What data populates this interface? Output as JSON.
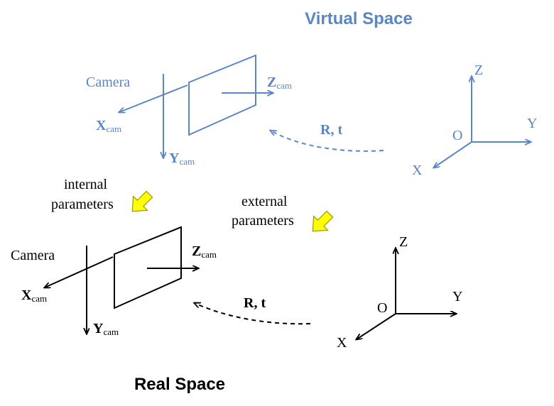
{
  "virtual_space": {
    "title": "Virtual Space",
    "camera_label": "Camera",
    "x_axis": {
      "main": "X",
      "sub": "cam"
    },
    "y_axis": {
      "main": "Y",
      "sub": "cam"
    },
    "z_axis": {
      "main": "Z",
      "sub": "cam"
    },
    "transform_label": "R, t",
    "world_axes": {
      "origin": "O",
      "x": "X",
      "y": "Y",
      "z": "Z"
    }
  },
  "real_space": {
    "title": "Real Space",
    "camera_label": "Camera",
    "x_axis": {
      "main": "X",
      "sub": "cam"
    },
    "y_axis": {
      "main": "Y",
      "sub": "cam"
    },
    "z_axis": {
      "main": "Z",
      "sub": "cam"
    },
    "transform_label": "R, t",
    "world_axes": {
      "origin": "O",
      "x": "X",
      "y": "Y",
      "z": "Z"
    }
  },
  "annotations": {
    "internal": {
      "line1": "internal",
      "line2": "parameters"
    },
    "external": {
      "line1": "external",
      "line2": "parameters"
    }
  },
  "colors": {
    "virtual": "#5a86c4",
    "real": "#000000",
    "arrow_fill": "#ffff00",
    "arrow_stroke": "#9a9a00"
  }
}
